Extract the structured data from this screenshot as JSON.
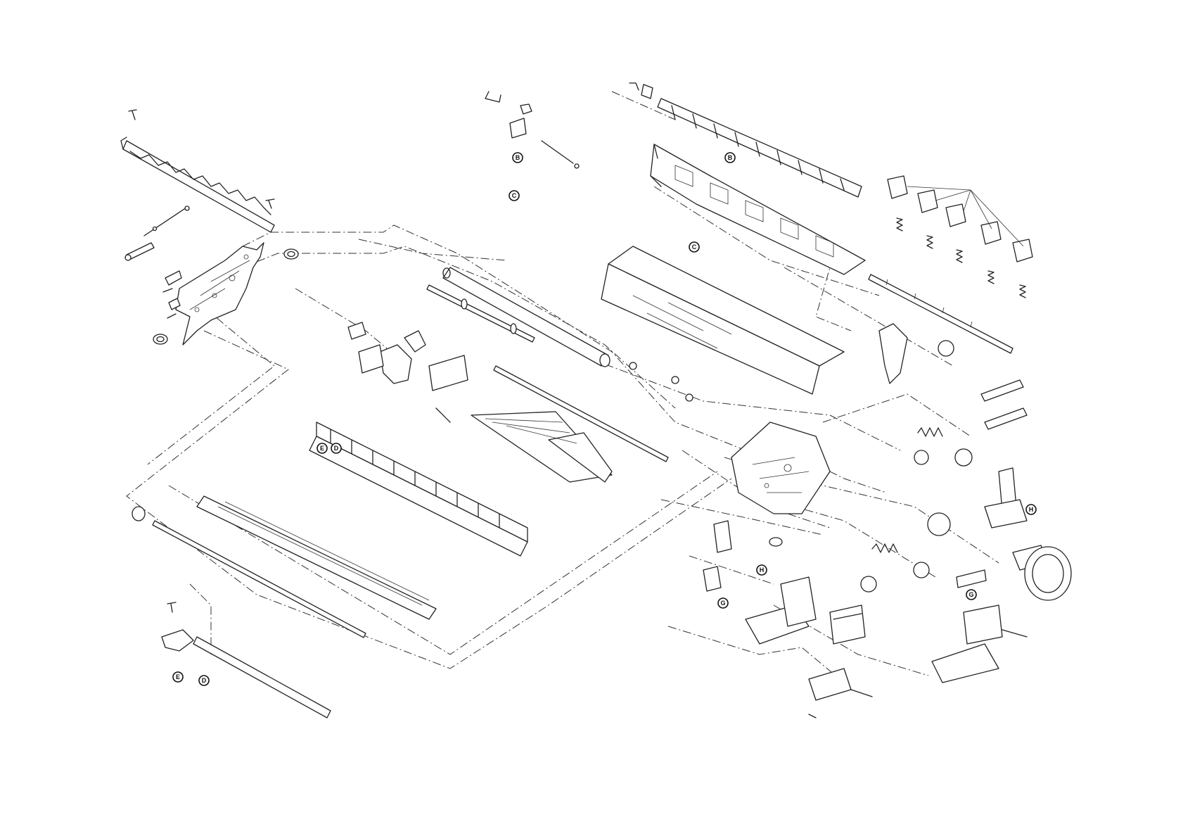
{
  "callouts": {
    "b_upper": "B",
    "b_right": "B",
    "c_left": "C",
    "c_mid": "C",
    "e_carriage": "E",
    "d_carriage": "D",
    "e_frame": "E",
    "d_frame": "D",
    "h_right": "H",
    "h_bottom": "H",
    "g_right": "G",
    "g_bottom": "G"
  },
  "colors": {
    "line": "#222222",
    "background": "#ffffff"
  }
}
